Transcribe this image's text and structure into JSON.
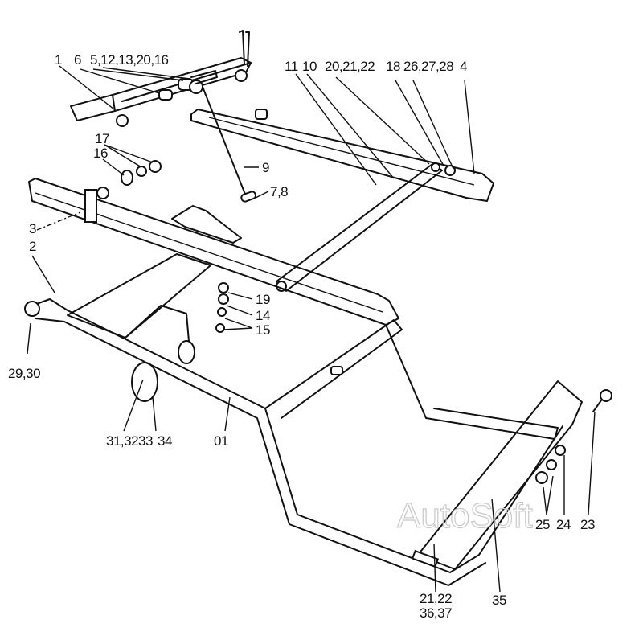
{
  "diagram": {
    "type": "exploded parts diagram",
    "watermark": "AutoSoft",
    "labels": {
      "l1": "1",
      "l6": "6",
      "l5": "5,12,13,20,16",
      "l11": "11",
      "l10": "10",
      "l20": "20,21,22",
      "l18": "18",
      "l26": "26,27,28",
      "l4": "4",
      "l17": "17",
      "l16": "16",
      "l9": "9",
      "l78": "7,8",
      "l3": "3",
      "l2": "2",
      "l19": "19",
      "l14": "14",
      "l15": "15",
      "l2930": "29,30",
      "l3133": "31,3233",
      "l34": "34",
      "l01": "01",
      "l25": "25",
      "l24": "24",
      "l23": "23",
      "l2122a": "21,22",
      "l2122b": "36,37",
      "l35": "35"
    }
  }
}
